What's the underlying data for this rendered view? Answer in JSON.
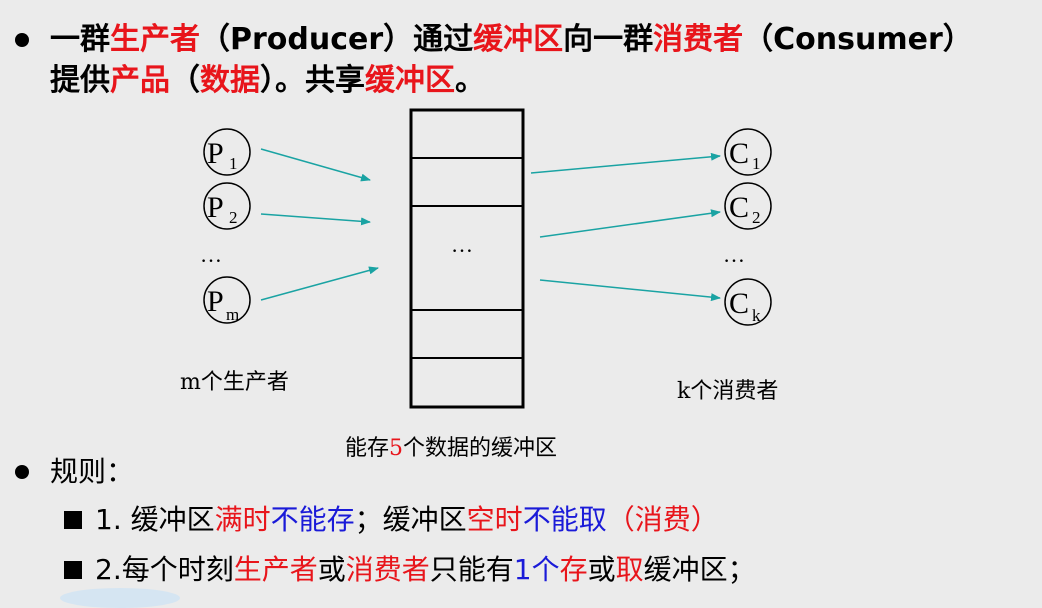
{
  "intro": {
    "line1": [
      {
        "text": "一群",
        "hl": ""
      },
      {
        "text": "生产者",
        "hl": "red"
      },
      {
        "text": "（",
        "hl": ""
      },
      {
        "text": "Producer",
        "hl": "bold"
      },
      {
        "text": "）通过",
        "hl": ""
      },
      {
        "text": "缓冲区",
        "hl": "red"
      },
      {
        "text": "向一群",
        "hl": ""
      },
      {
        "text": "消费者",
        "hl": "red"
      },
      {
        "text": "（",
        "hl": ""
      },
      {
        "text": "Consumer",
        "hl": "bold"
      },
      {
        "text": "）",
        "hl": ""
      }
    ],
    "line2": [
      {
        "text": "提供",
        "hl": ""
      },
      {
        "text": "产品",
        "hl": "red"
      },
      {
        "text": "（",
        "hl": ""
      },
      {
        "text": "数据",
        "hl": "red"
      },
      {
        "text": "）。共享",
        "hl": ""
      },
      {
        "text": "缓冲区",
        "hl": "red"
      },
      {
        "text": "。",
        "hl": ""
      }
    ]
  },
  "diagram": {
    "producers": [
      {
        "main": "P",
        "sub": "1"
      },
      {
        "main": "P",
        "sub": "2"
      },
      {
        "main": "P",
        "sub": "m"
      }
    ],
    "consumers": [
      {
        "main": "C",
        "sub": "1"
      },
      {
        "main": "C",
        "sub": "2"
      },
      {
        "main": "C",
        "sub": "k"
      }
    ],
    "ellipsis": "…",
    "buffer_ellipsis": "…",
    "producer_caption": "m个生产者",
    "consumer_caption": "k个消费者",
    "buffer_caption": [
      {
        "text": "能存",
        "hl": ""
      },
      {
        "text": "5",
        "hl": "red"
      },
      {
        "text": "个数据的缓冲区",
        "hl": ""
      }
    ],
    "arrow_color": "#1aa3a3"
  },
  "rules": {
    "heading": "规则：",
    "items": [
      [
        {
          "text": "1. 缓冲区",
          "hl": ""
        },
        {
          "text": "满时",
          "hl": "red"
        },
        {
          "text": "不能存",
          "hl": "blue"
        },
        {
          "text": "；缓冲区",
          "hl": ""
        },
        {
          "text": "空时",
          "hl": "red"
        },
        {
          "text": "不能取",
          "hl": "blue"
        },
        {
          "text": "（消费）",
          "hl": "red"
        }
      ],
      [
        {
          "text": "2.每个时刻",
          "hl": ""
        },
        {
          "text": "生产者",
          "hl": "red"
        },
        {
          "text": "或",
          "hl": ""
        },
        {
          "text": "消费者",
          "hl": "red"
        },
        {
          "text": "只能有",
          "hl": ""
        },
        {
          "text": "1",
          "hl": "blue"
        },
        {
          "text": "个",
          "hl": "blue"
        },
        {
          "text": "存",
          "hl": "red"
        },
        {
          "text": "或",
          "hl": ""
        },
        {
          "text": "取",
          "hl": "red"
        },
        {
          "text": "缓冲区；",
          "hl": ""
        }
      ]
    ]
  }
}
